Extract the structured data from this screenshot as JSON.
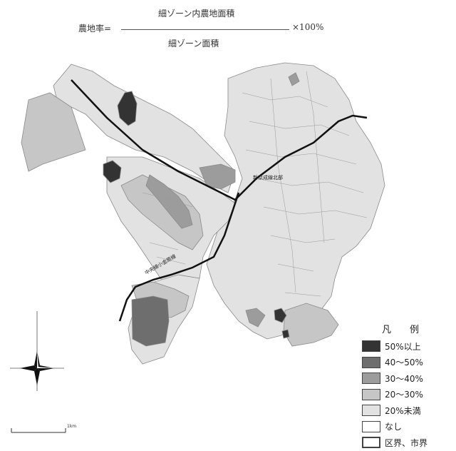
{
  "formula": {
    "numerator": "細ゾーン内農地面積",
    "lhs": "農地率=",
    "rhs": "×100%",
    "denominator": "細ゾーン面積"
  },
  "map": {
    "line_label_east": "新京成線北部",
    "line_label_west": "中央線小金原線",
    "scale_label": "1km"
  },
  "legend": {
    "title": "凡例",
    "items": [
      {
        "label": "50%以上",
        "color": "#333333"
      },
      {
        "label": "40～50%",
        "color": "#6e6e6e"
      },
      {
        "label": "30～40%",
        "color": "#9c9c9c"
      },
      {
        "label": "20～30%",
        "color": "#c6c6c6"
      },
      {
        "label": "20%未満",
        "color": "#e2e2e2"
      },
      {
        "label": "なし",
        "color": "#ffffff"
      },
      {
        "label": "区界、市界",
        "color": "#ffffff"
      }
    ]
  }
}
